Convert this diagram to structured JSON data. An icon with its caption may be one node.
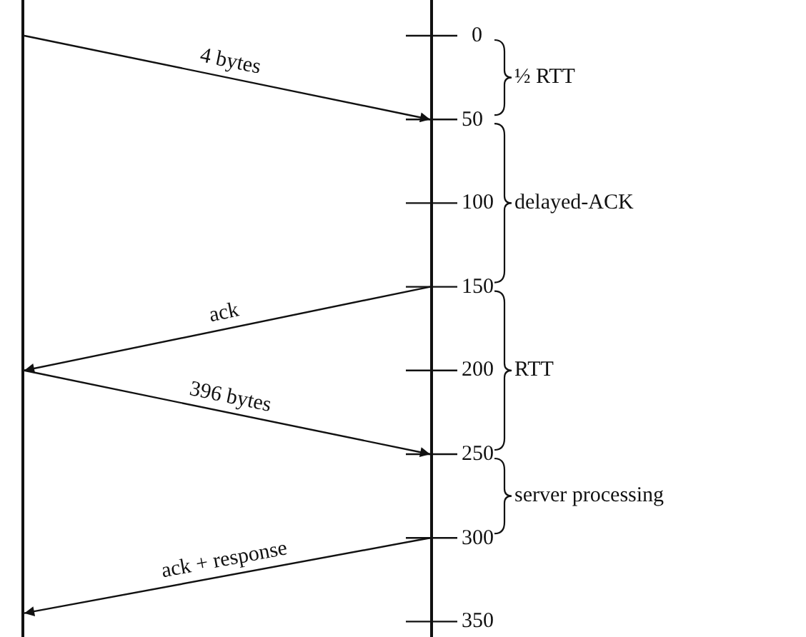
{
  "diagram": {
    "nodes": [
      {
        "text": [],
        "shape": "bar"
      },
      {
        "text": [],
        "shape": "bar"
      }
    ],
    "edges": [
      {
        "from": 0,
        "to": 1,
        "arrow": "to",
        "label": "4 bytes"
      },
      {
        "from": 1,
        "to": 0,
        "arrow": "to",
        "label": "ack"
      },
      {
        "from": 0,
        "to": 1,
        "arrow": "to",
        "label": "396 bytes"
      },
      {
        "from": 1,
        "to": 0,
        "arrow": "to",
        "label": "ack + response"
      }
    ],
    "labels": [
      "0",
      "½ RTT",
      "50",
      "100",
      "delayed-ACK",
      "150",
      "200",
      "RTT",
      "250",
      "server processing",
      "300",
      "350"
    ]
  }
}
